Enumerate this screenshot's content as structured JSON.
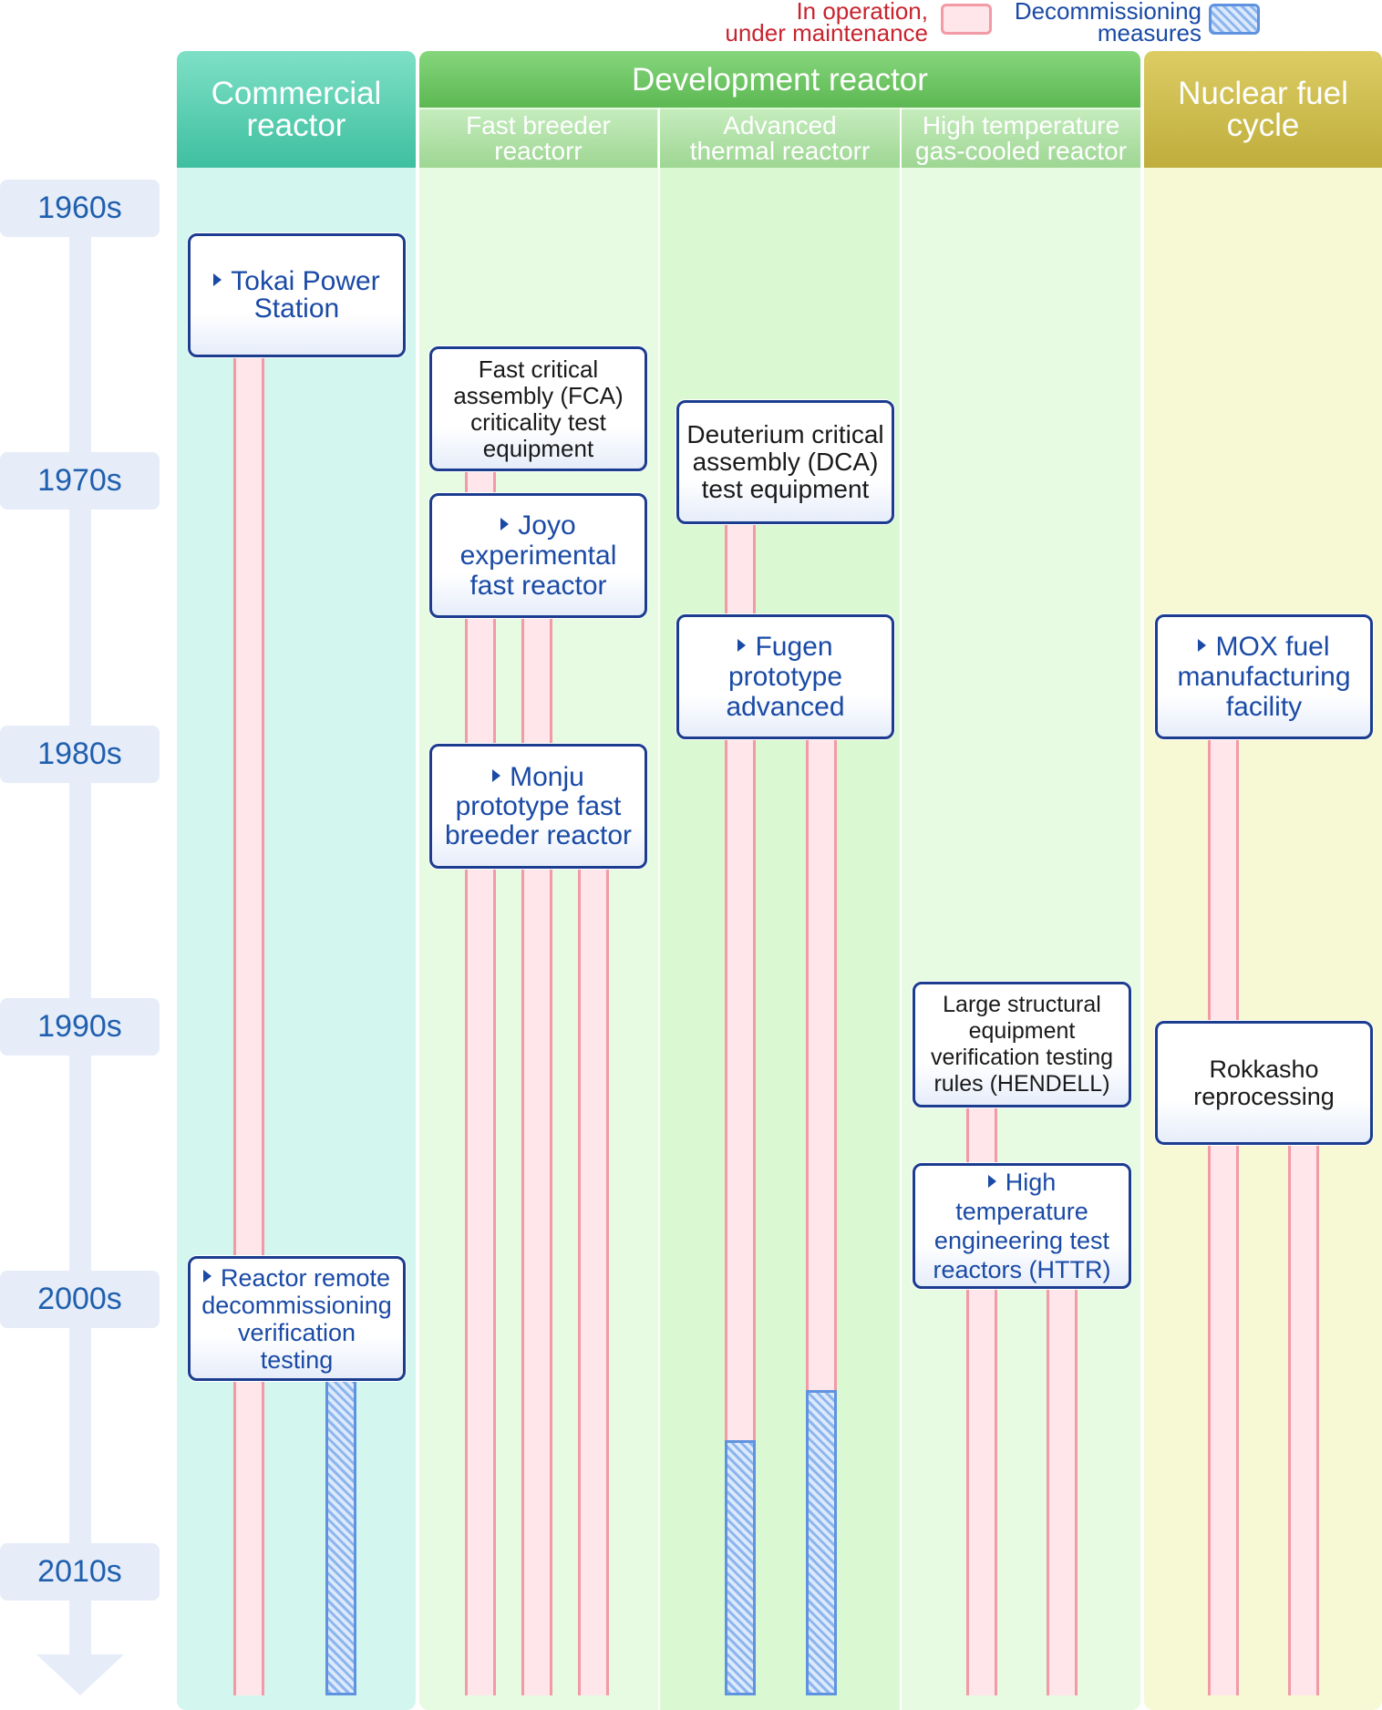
{
  "legend": {
    "operation_label": "In operation,\nunder maintenance",
    "decommissioning_label": "Decommissioning\nmeasures"
  },
  "headers": {
    "commercial": "Commercial\nreactor",
    "development": "Development reactor",
    "fast_breeder": "Fast breeder\nreactorr",
    "advanced_thermal": "Advanced\nthermal reactorr",
    "htgr": "High temperature\ngas-cooled reactor",
    "fuel_cycle": "Nuclear fuel\ncycle"
  },
  "decades": [
    "1960s",
    "1970s",
    "1980s",
    "1990s",
    "2000s",
    "2010s"
  ],
  "facilities": {
    "tokai": "Tokai Power\nStation",
    "fca": "Fast critical\nassembly (FCA)\ncriticality test\nequipment",
    "dca": "Deuterium critical\nassembly (DCA)\ntest equipment",
    "joyo": "Joyo\nexperimental\nfast reactor",
    "fugen": "Fugen\nprototype\nadvanced",
    "mox": "MOX fuel\nmanufacturing\nfacility",
    "monju": "Monju\nprototype fast\nbreeder reactor",
    "hendell": "Large structural\nequipment\nverification testing\nrules (HENDELL)",
    "rokkasho": "Rokkasho\nreprocessing",
    "httr": "High temperature\nengineering test\nreactors (HTTR)",
    "remote": "Reactor remote\ndecommissioning\nverification\ntesting"
  },
  "colors": {
    "commercial": "#5fcfb2",
    "development": "#6ec364",
    "fuel_cycle": "#c9b84a",
    "operation": "#ffe6ea",
    "decommissioning": "#8db5ee",
    "timeline": "#e6edf9"
  }
}
